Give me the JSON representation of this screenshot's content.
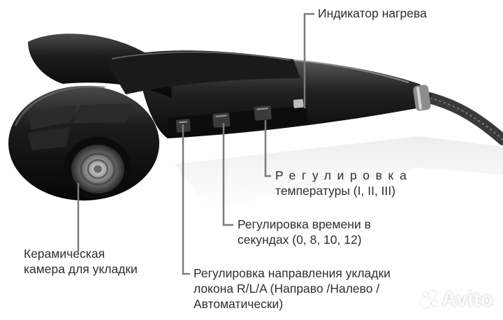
{
  "labels": {
    "indicator": "Индикатор нагрева",
    "temperature": {
      "line1": "Регулировка",
      "line2": "температуры (I, II, III)"
    },
    "time": {
      "line1": "Регулировка времени в",
      "line2": "секундах (0, 8, 10, 12)"
    },
    "ceramic": {
      "line1": "Керамическая",
      "line2": "камера для укладки"
    },
    "direction": {
      "line1": "Регулировка направления укладки",
      "line2": "локона R/L/A (Направо /Налево /",
      "line3": "Автоматически)"
    }
  },
  "watermark": "Avito",
  "colors": {
    "device_body": "#111111",
    "leader_line": "#7a7a7a",
    "text": "#2e2e2e"
  }
}
